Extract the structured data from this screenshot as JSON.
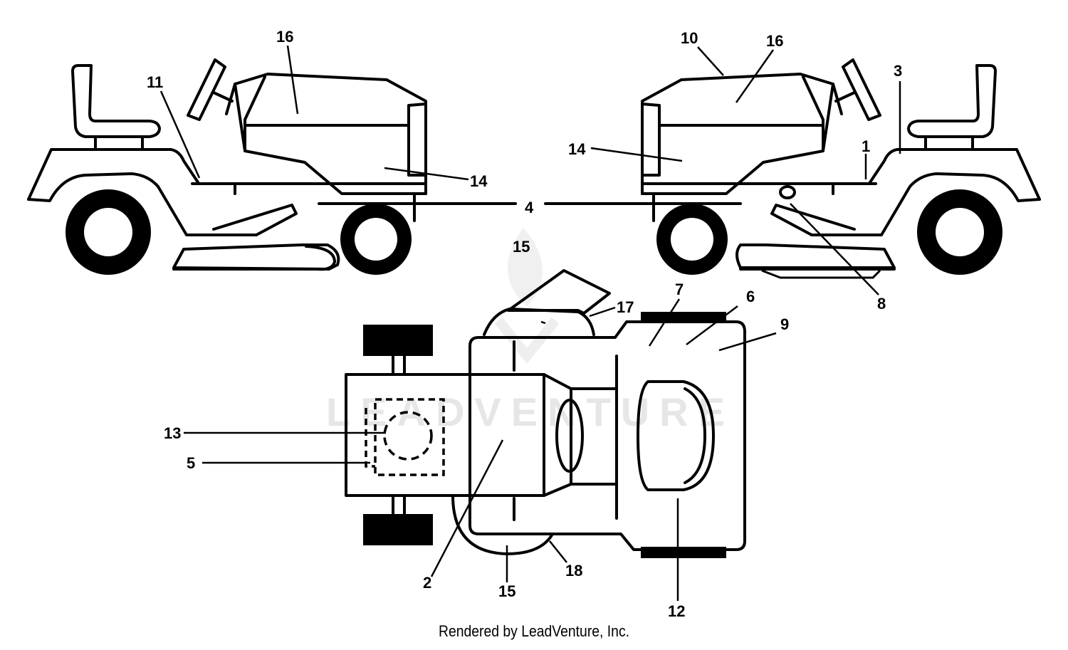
{
  "watermark": "LEADVENTURE",
  "footer": "Rendered by LeadVenture, Inc.",
  "callouts": {
    "left_16": "16",
    "left_11": "11",
    "left_14": "14",
    "center_4": "4",
    "right_10": "10",
    "right_16": "16",
    "right_3": "3",
    "right_14": "14",
    "right_1": "1",
    "right_8": "8",
    "top_15": "15",
    "top_17": "17",
    "top_7": "7",
    "top_6": "6",
    "top_9": "9",
    "top_13": "13",
    "top_5": "5",
    "top_2": "2",
    "top_15b": "15",
    "top_18": "18",
    "top_12": "12"
  }
}
